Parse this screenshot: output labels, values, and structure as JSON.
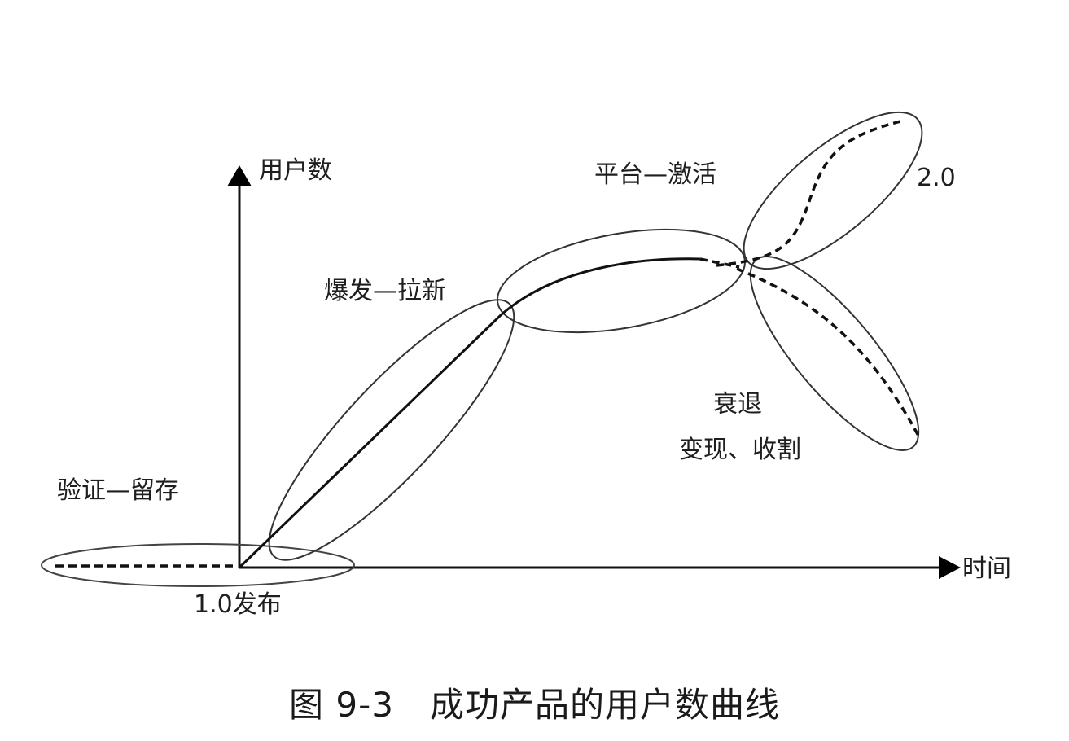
{
  "figure": {
    "caption_number": "图 9-3",
    "caption_title": "成功产品的用户数曲线"
  },
  "axes": {
    "y_label": "用户数",
    "x_label": "时间"
  },
  "stages": [
    {
      "id": "validate",
      "label": "验证—留存"
    },
    {
      "id": "launch",
      "label": "1.0发布"
    },
    {
      "id": "explode",
      "label": "爆发—拉新"
    },
    {
      "id": "platform",
      "label": "平台—激活"
    },
    {
      "id": "v2",
      "label": "2.0"
    },
    {
      "id": "decline",
      "label": "衰退"
    },
    {
      "id": "monetize",
      "label": "变现、收割"
    }
  ],
  "colors": {
    "line": "#111111",
    "ellipse": "#333333",
    "background": "#ffffff"
  }
}
